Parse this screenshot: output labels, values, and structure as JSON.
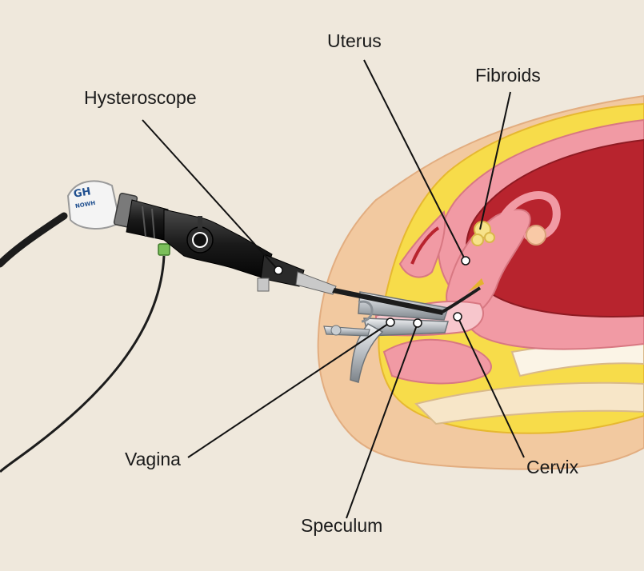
{
  "labels": {
    "uterus": "Uterus",
    "fibroids": "Fibroids",
    "hysteroscope": "Hysteroscope",
    "vagina": "Vagina",
    "cervix": "Cervix",
    "speculum": "Speculum"
  },
  "device_brand": {
    "main": "GH",
    "sub": "NOWH"
  },
  "colors": {
    "background": "#efe8dc",
    "skin": "#f2c9a0",
    "fat_layer": "#f7dc4a",
    "uterine_wall": "#f19aa4",
    "uterine_cavity": "#b8242e",
    "instrument_dark": "#1c1c1c",
    "speculum_metal": "#cfd3d6"
  }
}
